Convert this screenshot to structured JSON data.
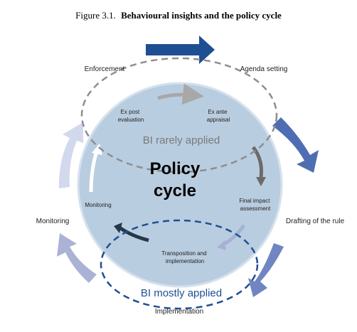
{
  "figure": {
    "label": "Figure 3.1.",
    "title": "Behavioural insights and the policy cycle"
  },
  "outer_stages": {
    "enforcement": "Enforcement",
    "agenda_setting": "Agenda setting",
    "drafting": "Drafting of the rule",
    "monitoring": "Monitoring",
    "implementation": "Implementation"
  },
  "inner_stages": {
    "ex_post": [
      "Ex post",
      "evaluation"
    ],
    "ex_ante": [
      "Ex ante",
      "appraisal"
    ],
    "final_impact": [
      "Final impact",
      "assessment"
    ],
    "monitoring": "Monitoring",
    "transposition": [
      "Transposition and",
      "implementation"
    ]
  },
  "center": {
    "line1": "Policy",
    "line2": "cycle"
  },
  "zones": {
    "rarely": "BI rarely applied",
    "mostly": "BI mostly applied"
  },
  "colors": {
    "circle_fill": "#b9cde0",
    "circle_stroke": "#d0dcea",
    "dashed_top": "#8e8e8e",
    "dashed_bottom": "#1f4f93",
    "arrow_top": "#1f4f93",
    "arrow_right": "#4f6db3",
    "arrow_bottom_right": "#7185c3",
    "arrow_bottom_left": "#aab3d6",
    "arrow_left": "#d3d9ec"
  }
}
